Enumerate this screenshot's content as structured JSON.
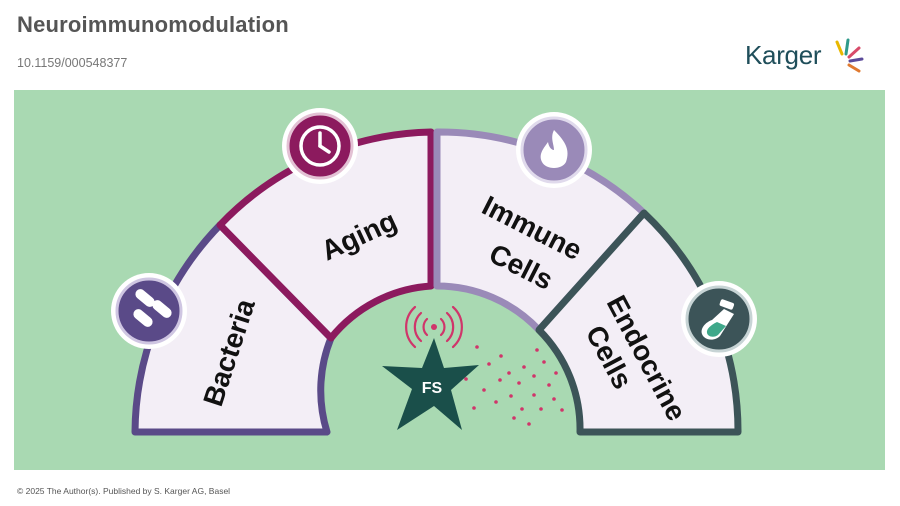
{
  "header": {
    "journal_title": "Neuroimmunomodulation",
    "doi": "10.1159/000548377"
  },
  "logo": {
    "text": "Karger"
  },
  "diagram": {
    "segments": [
      {
        "label": "Bacteria",
        "icon": "bacteria-icon",
        "border_color": "#5a4a88"
      },
      {
        "label": "Aging",
        "icon": "clock-icon",
        "border_color": "#8c1a5e"
      },
      {
        "label_line1": "Immune",
        "label_line2": "Cells",
        "icon": "flame-icon",
        "border_color": "#9a8ab8"
      },
      {
        "label_line1": "Endocrine",
        "label_line2": "Cells",
        "icon": "flask-icon",
        "border_color": "#3c5458"
      }
    ],
    "center": {
      "label": "FS",
      "icon": "star-shape",
      "color": "#1a4f4a",
      "signal_icon": "signal-waves-icon"
    },
    "background_color": "#a9d9b2"
  },
  "footer": {
    "copyright": "© 2025 The Author(s). Published by S. Karger AG, Basel"
  }
}
